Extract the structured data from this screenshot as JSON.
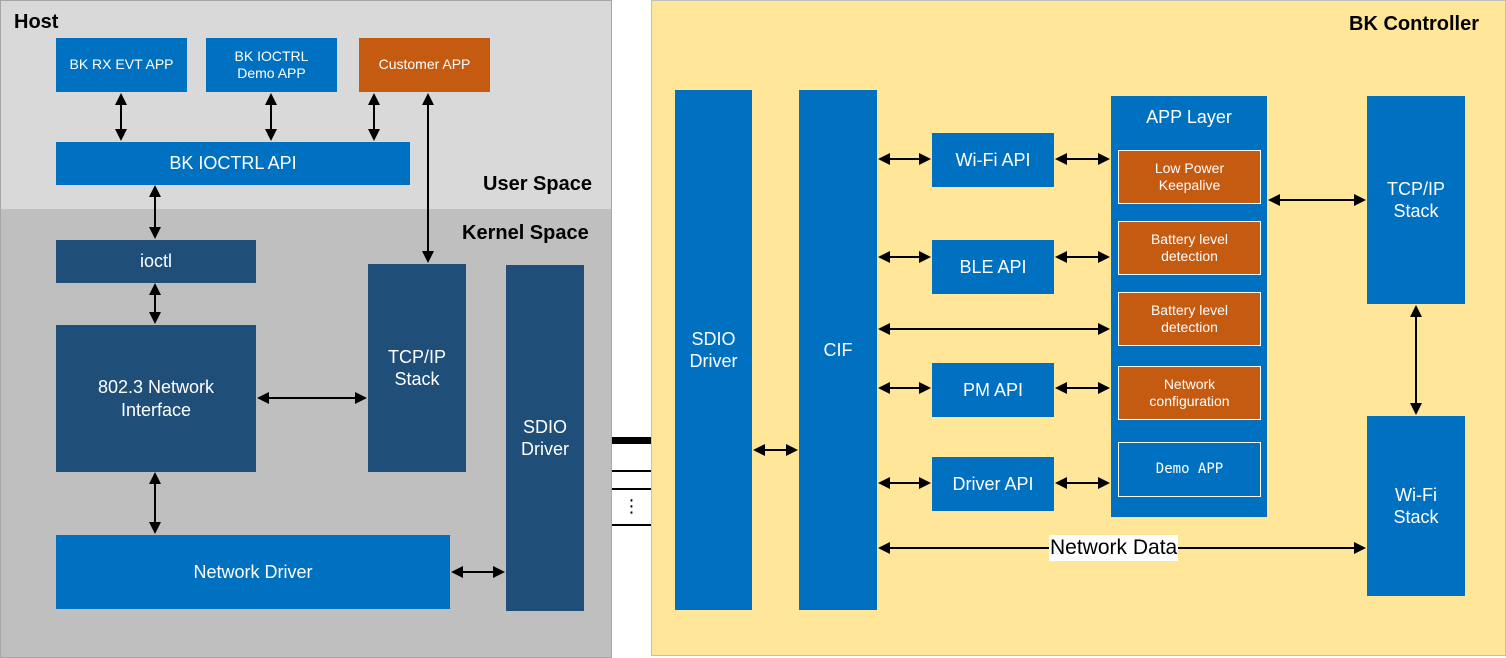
{
  "host": {
    "title": "Host",
    "user_space_label": "User Space",
    "kernel_space_label": "Kernel Space",
    "apps": [
      "BK RX EVT APP",
      "BK IOCTRL\nDemo APP",
      "Customer APP"
    ],
    "ioctrl_api": "BK IOCTRL API",
    "ioctl": "ioctl",
    "network_interface": "802.3 Network\nInterface",
    "tcpip_stack": "TCP/IP\nStack",
    "sdio_driver": "SDIO\nDriver",
    "network_driver": "Network Driver"
  },
  "link": {
    "dots": "⋮"
  },
  "controller": {
    "title": "BK Controller",
    "sdio_driver": "SDIO\nDriver",
    "cif": "CIF",
    "apis": [
      "Wi-Fi API",
      "BLE API",
      "PM API",
      "Driver API"
    ],
    "app_layer": {
      "title": "APP Layer",
      "items": [
        "Low Power\nKeepalive",
        "Battery level\ndetection",
        "Battery level\ndetection",
        "Network\nconfiguration",
        "Demo APP"
      ]
    },
    "tcpip_stack": "TCP/IP\nStack",
    "wifi_stack": "Wi-Fi\nStack",
    "network_data": "Network Data"
  },
  "colors": {
    "blue": "#0070c0",
    "dark_blue": "#1f4e79",
    "orange": "#c55a11",
    "user_space_bg": "#d9d9d9",
    "kernel_space_bg": "#bfbfbf",
    "controller_bg": "#ffe699"
  }
}
